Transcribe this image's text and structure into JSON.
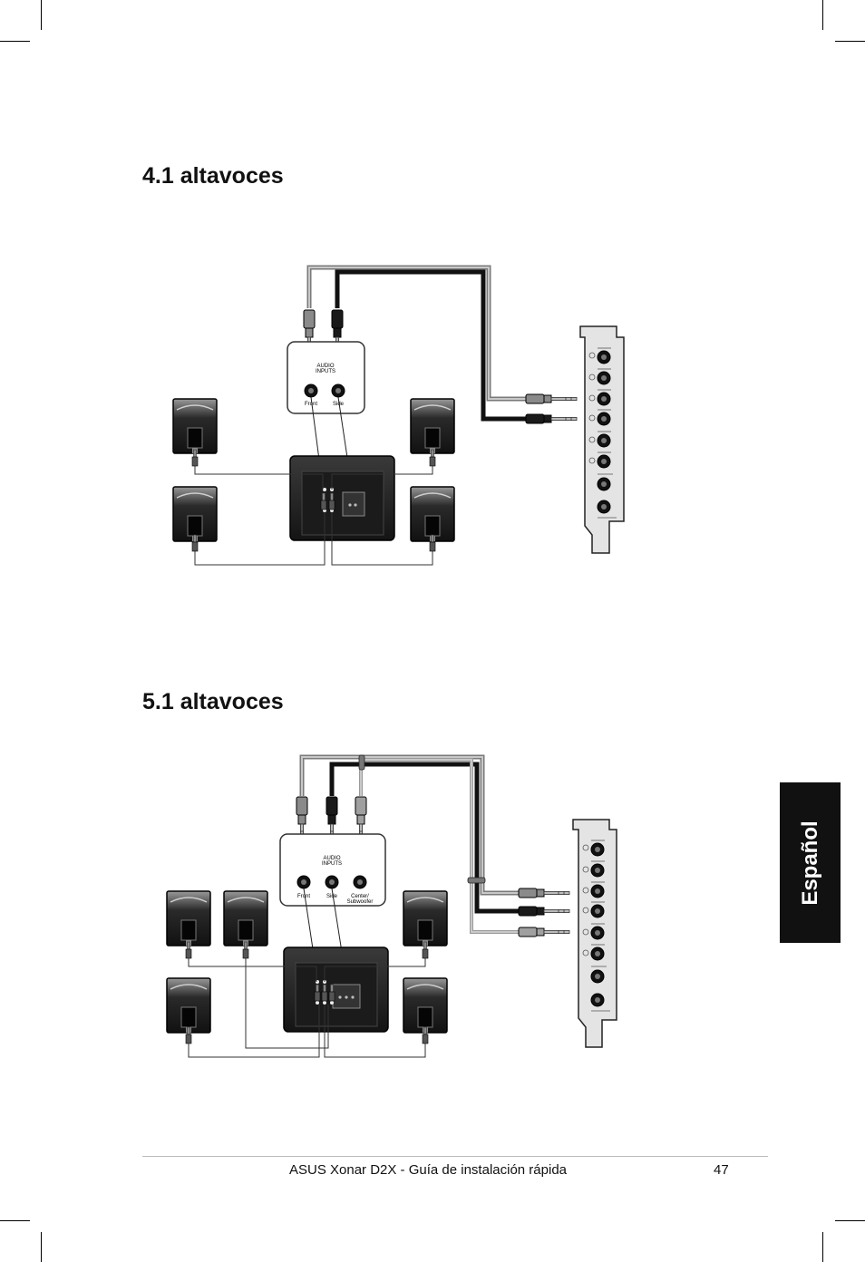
{
  "sections": [
    {
      "title": "4.1 altavoces",
      "hub": {
        "title_line1": "AUDIO",
        "title_line2": "INPUTS",
        "jacks": [
          "Front",
          "Side"
        ]
      }
    },
    {
      "title": "5.1 altavoces",
      "hub": {
        "title_line1": "AUDIO",
        "title_line2": "INPUTS",
        "jacks": [
          "Front",
          "Side",
          "Center/",
          "Subwoofer"
        ]
      }
    }
  ],
  "sidebar": {
    "language": "Español"
  },
  "footer": {
    "text": "ASUS Xonar D2X - Guía de instalación rápida",
    "page_number": "47"
  }
}
